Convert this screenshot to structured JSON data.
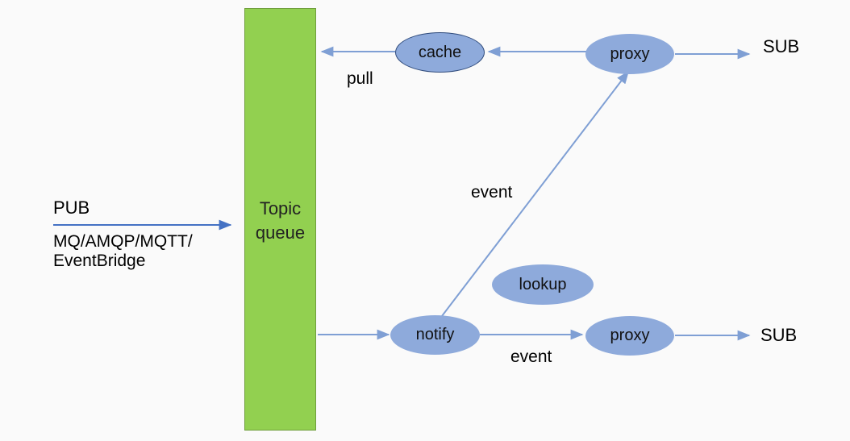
{
  "publisher": {
    "label": "PUB",
    "protocols": [
      "MQ/AMQP/MQTT/",
      "EventBridge"
    ]
  },
  "queue": {
    "lines": [
      "Topic",
      "queue"
    ],
    "color": "#92d050"
  },
  "nodes": {
    "cache": "cache",
    "proxy_top": "proxy",
    "proxy_bottom": "proxy",
    "notify": "notify",
    "lookup": "lookup"
  },
  "subscribers": {
    "top": "SUB",
    "bottom": "SUB"
  },
  "edge_labels": {
    "pull": "pull",
    "event_diagonal": "event",
    "event_bottom": "event"
  },
  "colors": {
    "node_fill": "#8eaadb",
    "arrow": "#7f9fd4",
    "pub_arrow": "#4472c4"
  }
}
